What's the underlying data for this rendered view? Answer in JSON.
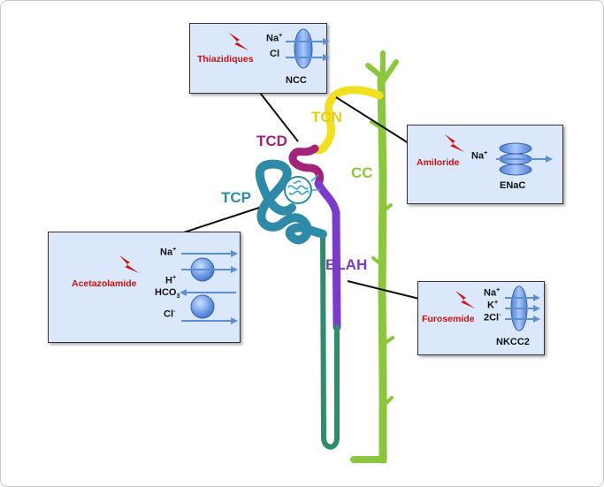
{
  "colors": {
    "tcp": "#2e8aa6",
    "tcd": "#a3227a",
    "tcn": "#f0e020",
    "cc": "#8cc63f",
    "blah": "#7a3bc8",
    "descending_limb": "#2f8a6e",
    "drug_text": "#cc1111",
    "box_fill": "#dbe7fb",
    "arrow": "#5b8fd0"
  },
  "segments": {
    "tcp": "TCP",
    "tcd": "TCD",
    "tcn": "TCN",
    "cc": "CC",
    "blah": "BLAH"
  },
  "boxes": {
    "ncc": {
      "drug": "Thiazidiques",
      "ions": [
        "Na",
        "Cl"
      ],
      "na_sup": "+",
      "transporter": "NCC"
    },
    "enac": {
      "drug": "Amiloride",
      "ion": "Na",
      "ion_sup": "+",
      "transporter": "ENaC"
    },
    "acetazolamide": {
      "drug": "Acetazolamide",
      "ions": {
        "na": "Na",
        "na_sup": "+",
        "h": "H",
        "h_sup": "+",
        "hco": "HCO",
        "hco_sub": "3",
        "cl": "Cl",
        "cl_sup": "-"
      }
    },
    "nkcc2": {
      "drug": "Furosemide",
      "ions": {
        "na": "Na",
        "na_sup": "+",
        "k": "K",
        "k_sup": "+",
        "cl": "2Cl",
        "cl_sup": "-"
      },
      "transporter": "NKCC2"
    }
  }
}
